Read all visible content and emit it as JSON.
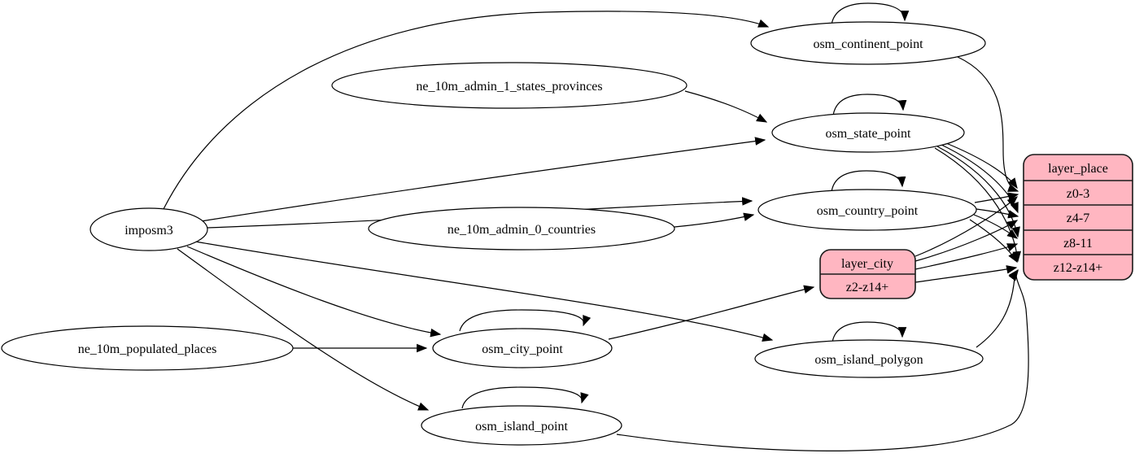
{
  "diagram": {
    "type": "graphviz-etl-graph",
    "background": "#ffffff",
    "edge_color": "#000000",
    "table_node_fill": "#ffffff",
    "layer_node_fill": "#ffb6c1",
    "nodes": {
      "imposm3": {
        "label": "imposm3",
        "shape": "ellipse"
      },
      "ne_10m_admin_1_states_provinces": {
        "label": "ne_10m_admin_1_states_provinces",
        "shape": "ellipse"
      },
      "ne_10m_admin_0_countries": {
        "label": "ne_10m_admin_0_countries",
        "shape": "ellipse"
      },
      "ne_10m_populated_places": {
        "label": "ne_10m_populated_places",
        "shape": "ellipse"
      },
      "osm_continent_point": {
        "label": "osm_continent_point",
        "shape": "ellipse"
      },
      "osm_state_point": {
        "label": "osm_state_point",
        "shape": "ellipse"
      },
      "osm_country_point": {
        "label": "osm_country_point",
        "shape": "ellipse"
      },
      "osm_city_point": {
        "label": "osm_city_point",
        "shape": "ellipse"
      },
      "osm_island_polygon": {
        "label": "osm_island_polygon",
        "shape": "ellipse"
      },
      "osm_island_point": {
        "label": "osm_island_point",
        "shape": "ellipse"
      },
      "layer_city": {
        "title": "layer_city",
        "rows": [
          "z2-z14+"
        ],
        "shape": "record",
        "fill": "#ffb6c1"
      },
      "layer_place": {
        "title": "layer_place",
        "rows": [
          "z0-3",
          "z4-7",
          "z8-11",
          "z12-z14+"
        ],
        "shape": "record",
        "fill": "#ffb6c1"
      }
    },
    "edges": [
      {
        "from": "imposm3",
        "to": "osm_continent_point"
      },
      {
        "from": "imposm3",
        "to": "osm_state_point"
      },
      {
        "from": "imposm3",
        "to": "osm_country_point"
      },
      {
        "from": "imposm3",
        "to": "osm_city_point"
      },
      {
        "from": "imposm3",
        "to": "osm_island_point"
      },
      {
        "from": "imposm3",
        "to": "osm_island_polygon"
      },
      {
        "from": "ne_10m_admin_1_states_provinces",
        "to": "osm_state_point"
      },
      {
        "from": "ne_10m_admin_0_countries",
        "to": "osm_country_point"
      },
      {
        "from": "ne_10m_populated_places",
        "to": "osm_city_point"
      },
      {
        "from": "osm_continent_point",
        "to": "osm_continent_point",
        "self_loop": true
      },
      {
        "from": "osm_state_point",
        "to": "osm_state_point",
        "self_loop": true
      },
      {
        "from": "osm_country_point",
        "to": "osm_country_point",
        "self_loop": true
      },
      {
        "from": "osm_city_point",
        "to": "osm_city_point",
        "self_loop": true
      },
      {
        "from": "osm_island_point",
        "to": "osm_island_point",
        "self_loop": true
      },
      {
        "from": "osm_island_polygon",
        "to": "osm_island_polygon",
        "self_loop": true
      },
      {
        "from": "osm_continent_point",
        "to": "layer_place",
        "port": "z0-3"
      },
      {
        "from": "osm_country_point",
        "to": "layer_place",
        "port": "z0-3"
      },
      {
        "from": "osm_country_point",
        "to": "layer_place",
        "port": "z4-7"
      },
      {
        "from": "osm_country_point",
        "to": "layer_place",
        "port": "z8-11"
      },
      {
        "from": "osm_country_point",
        "to": "layer_place",
        "port": "z12-z14+"
      },
      {
        "from": "osm_state_point",
        "to": "layer_place",
        "port": "z0-3"
      },
      {
        "from": "osm_state_point",
        "to": "layer_place",
        "port": "z4-7"
      },
      {
        "from": "osm_state_point",
        "to": "layer_place",
        "port": "z8-11"
      },
      {
        "from": "osm_state_point",
        "to": "layer_place",
        "port": "z12-z14+"
      },
      {
        "from": "osm_city_point",
        "to": "layer_city",
        "port": "z2-z14+"
      },
      {
        "from": "layer_city",
        "to": "layer_place",
        "port": "z0-3"
      },
      {
        "from": "layer_city",
        "to": "layer_place",
        "port": "z4-7"
      },
      {
        "from": "layer_city",
        "to": "layer_place",
        "port": "z8-11"
      },
      {
        "from": "layer_city",
        "to": "layer_place",
        "port": "z12-z14+"
      },
      {
        "from": "osm_island_point",
        "to": "layer_place",
        "port": "z12-z14+"
      },
      {
        "from": "osm_island_polygon",
        "to": "layer_place",
        "port": "z12-z14+"
      }
    ]
  }
}
